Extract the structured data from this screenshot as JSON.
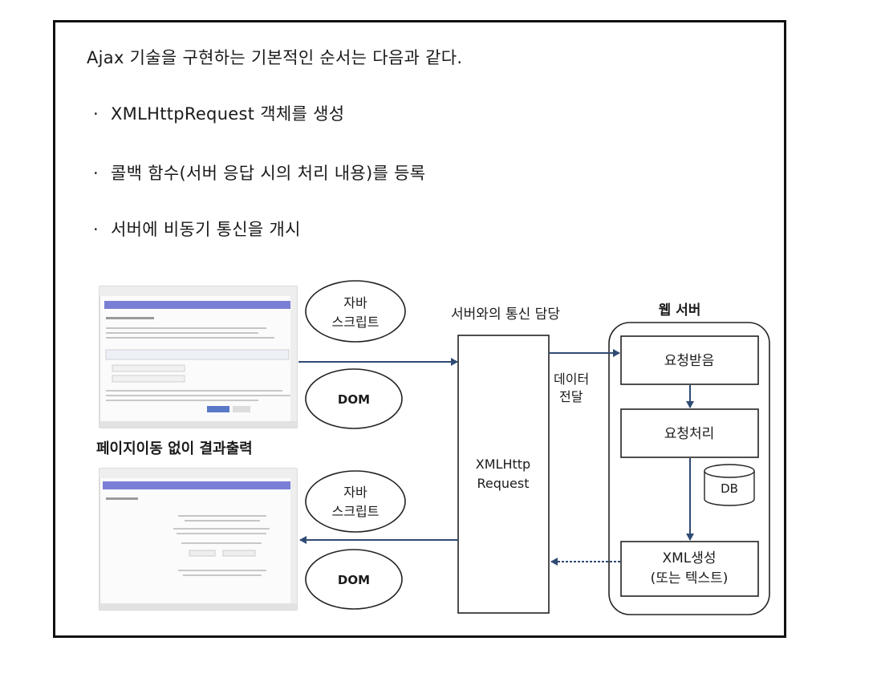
{
  "intro": "Ajax 기술을 구현하는 기본적인 순서는 다음과 같다.",
  "steps": [
    "XMLHttpRequest 객체를 생성",
    "콜백 함수(서버 응답 시의 처리 내용)를 등록",
    "서버에 비동기 통신을 개시"
  ],
  "bullet_char": "·",
  "diagram": {
    "js_line1": "자바",
    "js_line2": "스크립트",
    "dom": "DOM",
    "comm_label": "서버와의 통신 담당",
    "xhr_line1": "XMLHttp",
    "xhr_line2": "Request",
    "data_line1": "데이터",
    "data_line2": "전달",
    "server_title": "웹 서버",
    "receive": "요청받음",
    "process": "요청처리",
    "db": "DB",
    "xml_line1": "XML생성",
    "xml_line2": "(또는 텍스트)",
    "result_label": "페이지이동 없이 결과출력"
  },
  "colors": {
    "arrow": "#2f4b74",
    "browser_bar": "#7a7fd6",
    "frame": "#111111"
  }
}
